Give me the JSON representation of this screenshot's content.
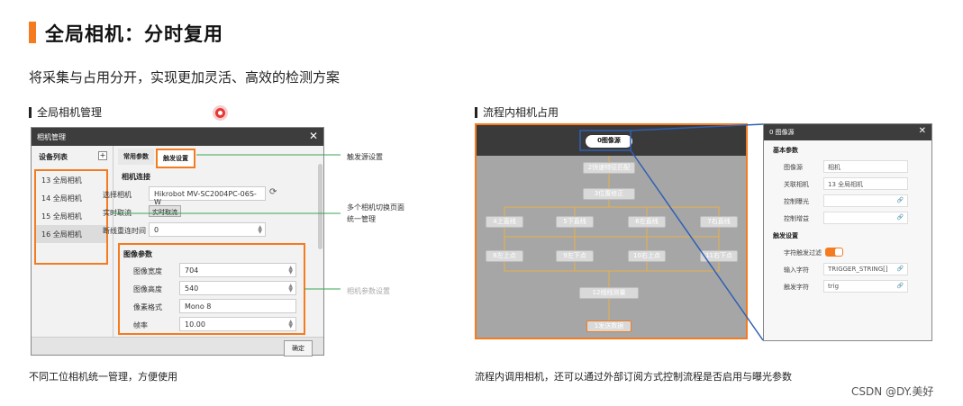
{
  "header": {
    "title": "全局相机：分时复用",
    "subtitle": "将采集与占用分开，实现更加灵活、高效的检测方案"
  },
  "left": {
    "section_title": "全局相机管理",
    "caption": "不同工位相机统一管理，方便使用",
    "dialog": {
      "title": "相机管理",
      "close": "✕",
      "device_list_title": "设备列表",
      "add_label": "+",
      "devices": [
        "13 全局相机",
        "14 全局相机",
        "15 全局相机",
        "16 全局相机"
      ],
      "tabs": [
        "常用参数",
        "触发设置"
      ],
      "conn_section": "相机连接",
      "select_camera_label": "选择相机",
      "select_camera_value": "Hikrobot MV-SC2004PC-06S-W",
      "realtime_label": "实时取流",
      "realtime_button": "实时取流",
      "reconnect_label": "断线重连时间",
      "reconnect_value": "0",
      "image_section": "图像参数",
      "width_label": "图像宽度",
      "width_value": "704",
      "height_label": "图像高度",
      "height_value": "540",
      "pixel_format_label": "像素格式",
      "pixel_format_value": "Mono 8",
      "framerate_label": "帧率",
      "framerate_value": "10.00",
      "ok_button": "确定"
    },
    "callouts": {
      "trigger": "触发源设置",
      "multi_line1": "多个相机切换页面",
      "multi_line2": "统一管理",
      "params": "相机参数设置"
    }
  },
  "right": {
    "section_title": "流程内相机占用",
    "caption": "流程内调用相机，还可以通过外部订阅方式控制流程是否启用与曝光参数",
    "flow_nodes": [
      "0图像源",
      "2快速特征匹配",
      "3位置修正",
      "4上直线",
      "5下直线",
      "6左直线",
      "7右直线",
      "8左上点",
      "9左下点",
      "10右上点",
      "11右下点",
      "12线线测量",
      "1发送数据"
    ],
    "panel": {
      "title": "0 图像源",
      "close": "✕",
      "basic_section": "基本参数",
      "trigger_section": "触发设置",
      "image_source_label": "图像源",
      "image_source_value": "相机",
      "linked_camera_label": "关联相机",
      "linked_camera_value": "13 全局相机",
      "exposure_label": "控制曝光",
      "gain_label": "控制增益",
      "char_filter_label": "字符触发过滤",
      "char_filter_on": true,
      "input_char_label": "输入字符",
      "input_char_value": "TRIGGER_STRING[]",
      "trigger_char_label": "触发字符",
      "trigger_char_value": "trig"
    }
  },
  "watermark": "CSDN @DY.美好",
  "colors": {
    "accent": "#f47b20",
    "connector_blue": "#2f5fb3",
    "connector_green": "#3aa655"
  }
}
